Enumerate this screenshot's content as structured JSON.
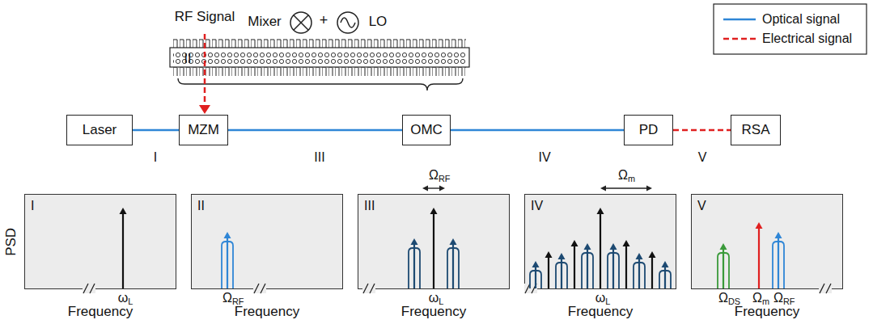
{
  "diagram": {
    "nodes": [
      {
        "text": [
          "Laser"
        ]
      },
      {
        "text": [
          "MZM"
        ]
      },
      {
        "text": [
          "OMC"
        ]
      },
      {
        "text": [
          "PD"
        ]
      },
      {
        "text": [
          "RSA"
        ]
      },
      {
        "text": [
          "I"
        ]
      },
      {
        "text": [
          "II"
        ]
      },
      {
        "text": [
          "III"
        ]
      },
      {
        "text": [
          "IV"
        ]
      },
      {
        "text": [
          "V"
        ]
      }
    ],
    "edges": [
      {
        "from": 0,
        "to": 1,
        "arrow": "none"
      },
      {
        "from": 1,
        "to": 2,
        "arrow": "none"
      },
      {
        "from": 2,
        "to": 3,
        "arrow": "none"
      },
      {
        "from": 3,
        "to": 4,
        "arrow": "none"
      }
    ],
    "labels": [
      "RF Signal",
      "II",
      "Mixer",
      "+",
      "LO",
      "I",
      "III",
      "IV",
      "V",
      "PSD",
      "ω",
      "L",
      "Ω",
      "RF",
      "Ω",
      "RF",
      "ω",
      "L",
      "Ω",
      "m",
      "ω",
      "L",
      "Ω",
      "DS",
      "Ω",
      "m",
      "Ω",
      "RF",
      "Frequency",
      "Frequency",
      "Frequency",
      "Frequency",
      "Frequency"
    ],
    "legend": [
      {
        "text": "Optical signal"
      },
      {
        "text": "Electrical signal"
      }
    ]
  }
}
